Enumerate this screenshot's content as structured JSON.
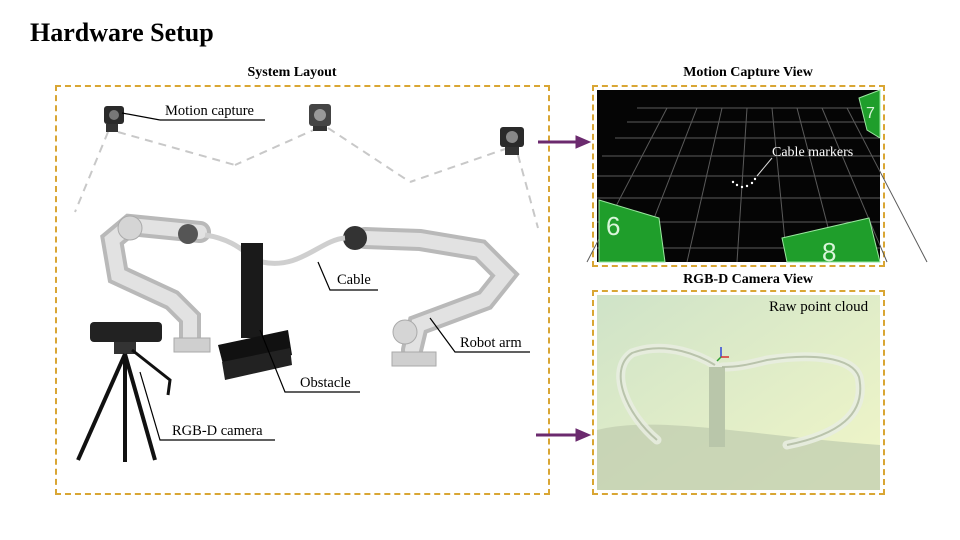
{
  "page": {
    "title": "Hardware Setup"
  },
  "system_layout": {
    "heading": "System Layout",
    "labels": {
      "motion_capture": "Motion capture",
      "cable": "Cable",
      "robot_arm": "Robot arm",
      "obstacle": "Obstacle",
      "rgbd_camera": "RGB-D camera"
    }
  },
  "motion_capture_view": {
    "heading": "Motion Capture View",
    "annotation": "Cable markers",
    "marker_numbers": [
      "6",
      "8",
      "7"
    ]
  },
  "rgbd_view": {
    "heading": "RGB-D Camera View",
    "annotation": "Raw point cloud"
  },
  "colors": {
    "panel_border": "#d9a634",
    "arrow": "#6b2a6e",
    "mocap_bg": "#050505",
    "marker_green": "#1f9e2b"
  }
}
